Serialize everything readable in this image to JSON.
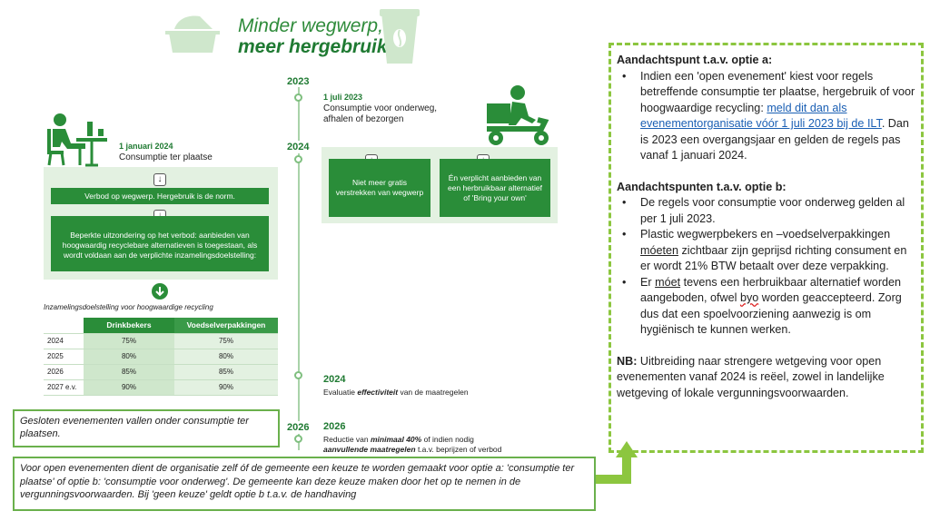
{
  "header": {
    "title_line1": "Minder wegwerp,",
    "title_line2": "meer hergebruik"
  },
  "timeline": {
    "year_2023": "2023",
    "year_2024": "2024",
    "year_2026": "2026"
  },
  "left": {
    "date": "1 januari 2024",
    "subtitle": "Consumptie ter plaatse",
    "box1": "Verbod op wegwerp. Hergebruik is de norm.",
    "box2": "Beperkte uitzondering op het verbod: aanbieden van hoogwaardig recyclebare alternatieven is toegestaan, als wordt voldaan aan de verplichte inzamelingsdoelstelling:",
    "table_caption": "Inzamelingsdoelstelling voor hoogwaardige recycling",
    "table": {
      "headers": [
        "",
        "Drinkbekers",
        "Voedselverpakkingen"
      ],
      "rows": [
        [
          "2024",
          "75%",
          "75%"
        ],
        [
          "2025",
          "80%",
          "80%"
        ],
        [
          "2026",
          "85%",
          "85%"
        ],
        [
          "2027 e.v.",
          "90%",
          "90%"
        ]
      ]
    }
  },
  "mid": {
    "date": "1 juli 2023",
    "subtitle": "Consumptie voor onderweg, afhalen of bezorgen",
    "box1": "Niet meer gratis verstrekken van wegwerp",
    "box2": "Én verplicht aanbieden van een herbruikbaar alternatief of 'Bring your own'",
    "eval_year": "2024",
    "eval_pre": "Evaluatie ",
    "eval_em": "effectiviteit",
    "eval_post": " van de maatregelen",
    "red_year": "2026",
    "red_line1_pre": "Reductie van ",
    "red_line1_em": "minimaal 40%",
    "red_line1_post": " of indien nodig",
    "red_line2_em": "aanvullende maatregelen",
    "red_line2_post": " t.a.v. beprijzen of verbod"
  },
  "notes": {
    "closed_events": "Gesloten evenementen vallen onder consumptie ter plaatsen.",
    "open_events": "Voor open evenementen dient de organisatie zelf óf de gemeente een keuze te worden gemaakt voor optie a: 'consumptie ter plaatse' of optie b: 'consumptie voor onderweg'. De gemeente kan deze keuze maken door het op te nemen in de vergunningsvoorwaarden. Bij 'geen keuze' geldt optie b t.a.v. de handhaving"
  },
  "right": {
    "heading_a": "Aandachtspunt t.a.v. optie a:",
    "a_item_pre": "Indien een 'open evenement' kiest voor regels betreffende consumptie ter plaatse, hergebruik of voor hoogwaardige recycling: ",
    "a_item_link": "meld dit dan als evenementorganisatie vóór 1 juli 2023 bij de ILT",
    "a_item_post": ". Dan is 2023 een overgangsjaar en gelden de regels pas vanaf 1 januari 2024.",
    "heading_b": "Aandachtspunten t.a.v. optie b:",
    "b_item1": "De regels voor consumptie voor onderweg gelden al per 1 juli 2023.",
    "b_item2_pre": "Plastic wegwerpbekers en –voedselverpakkingen ",
    "b_item2_u": "móeten",
    "b_item2_post": " zichtbaar zijn geprijsd richting consument en er wordt 21% BTW betaalt over deze verpakking.",
    "b_item3_pre": "Er ",
    "b_item3_u": "móet",
    "b_item3_mid": " tevens een herbruikbaar alternatief worden aangeboden, ofwel ",
    "b_item3_byo": "byo",
    "b_item3_post": " worden geaccepteerd. Zorg dus dat een spoelvoorziening aanwezig is om hygiënisch te kunnen werken.",
    "nb_label": "NB:",
    "nb_text": " Uitbreiding naar strengere wetgeving voor open evenementen vanaf 2024 is reëel, zowel in landelijke wetgeving of lokale vergunningsvoorwaarden."
  },
  "colors": {
    "brand_green": "#2a8d39",
    "light_green": "#e3f1e1",
    "dashed_border": "#8cc63f"
  },
  "icons": [
    "food-container-icon",
    "coffee-cup-icon",
    "person-at-table-icon",
    "delivery-scooter-icon",
    "arrow-down-icon"
  ]
}
